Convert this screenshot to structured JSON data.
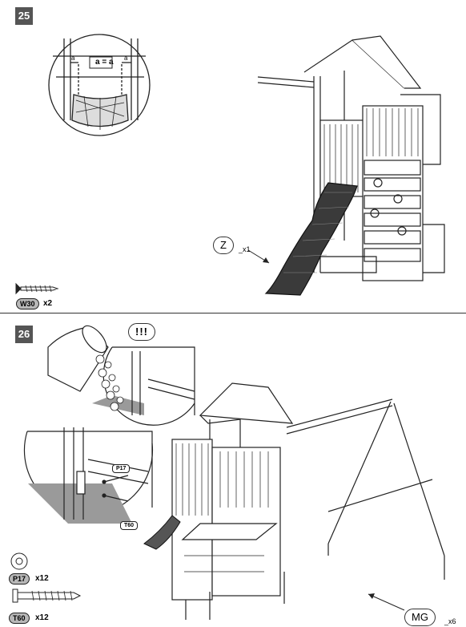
{
  "steps": [
    {
      "number": "25",
      "detail_label": "a = a",
      "detail_mark": "a",
      "part": {
        "code": "Z",
        "qty": "_x1"
      },
      "fastener": {
        "code": "W30",
        "qty": "x2",
        "icon": "screw-icon"
      }
    },
    {
      "number": "26",
      "warning": "!!!",
      "part": {
        "code": "MG",
        "qty": "_x6"
      },
      "fasteners": [
        {
          "code": "P17",
          "qty": "x12",
          "icon": "washer-icon"
        },
        {
          "code": "T60",
          "qty": "x12",
          "icon": "lag-screw-icon"
        }
      ],
      "detail_tags": [
        "P17",
        "T60"
      ]
    }
  ],
  "colors": {
    "step_badge": "#555555",
    "ink": "#222222",
    "pill": "#b8b8b8",
    "shade": "#9a9a9a"
  }
}
